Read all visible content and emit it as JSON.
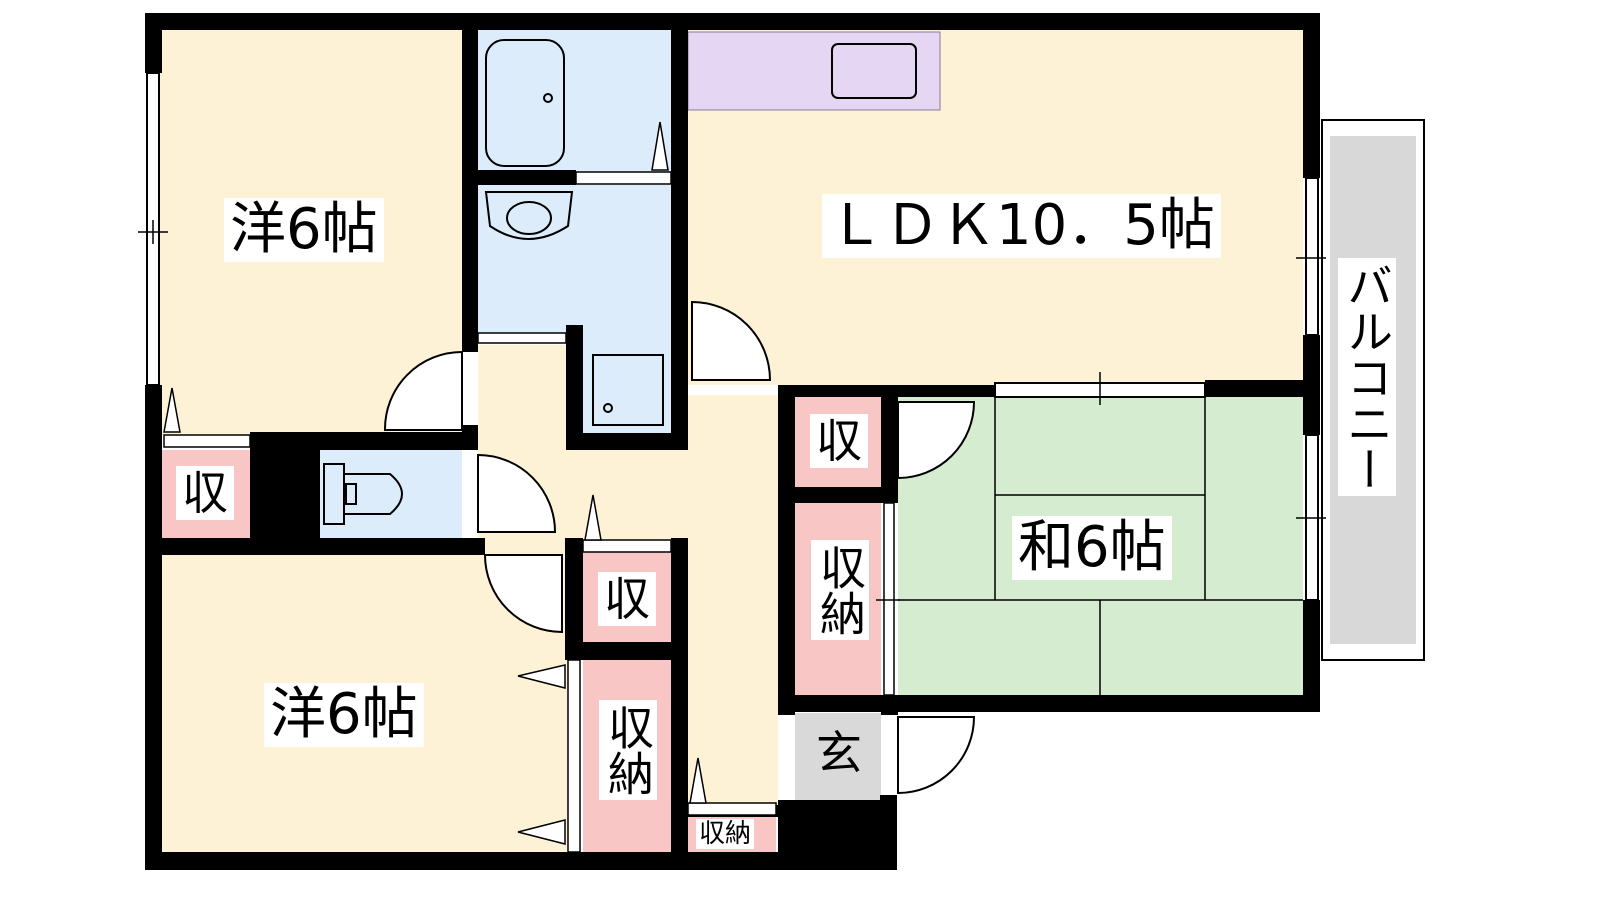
{
  "rooms": {
    "western_1": "洋6帖",
    "western_2": "洋6帖",
    "ldk": "ＬＤＫ10．5帖",
    "japanese": "和6帖",
    "balcony": "バルコニー",
    "entrance": "玄"
  },
  "storage": {
    "closet_left": "収",
    "closet_center": "収",
    "closet_right_top": "収",
    "storage_right": "収納",
    "storage_center": "収納",
    "storage_small": "収納"
  },
  "colors": {
    "wall": "#000000",
    "western_floor": "#fdf2d5",
    "wet_area": "#dcecfb",
    "tatami": "#d5ecd0",
    "storage": "#f9c6c6",
    "kitchen": "#e5d6f3",
    "balcony": "#d8d8d8",
    "entrance": "#d9d9d9"
  }
}
